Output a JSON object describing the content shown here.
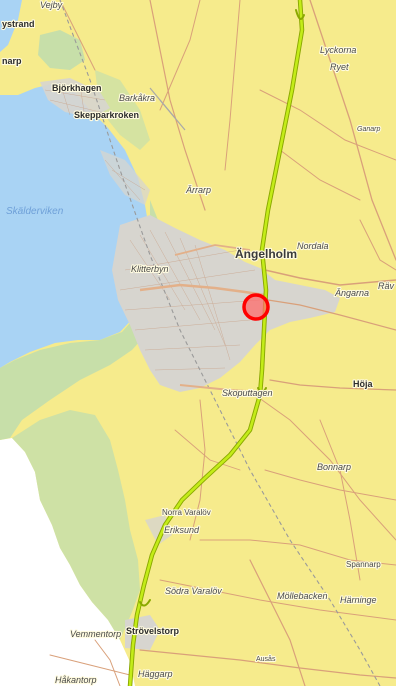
{
  "map": {
    "marker_color": "#ff0000",
    "colors": {
      "land": "#f6eb8c",
      "sea": "#a9d3f4",
      "forest": "#c7dfa9",
      "urban": "#d7d5cf",
      "highway": "#c4ec18",
      "road": "#d9a07a"
    },
    "labels": {
      "vejby": "Vejby",
      "ystrand": "ystrand",
      "narp": "narp",
      "bjorkhagen": "Björkhagen",
      "barkakra": "Barkåkra",
      "skepparkroken": "Skepparkroken",
      "lyckorna": "Lyckorna",
      "ryet": "Ryet",
      "ganarp": "Ganarp",
      "arrarp": "Ärrarp",
      "skalderviken": "Skälderviken",
      "angelholm": "Ängelholm",
      "nordala": "Nordala",
      "klitterbyn": "Klitterbyn",
      "angarna": "Ängarna",
      "rav": "Räv",
      "hoja": "Höja",
      "skoputtagen": "Skoputtagen",
      "bonnarp": "Bonnarp",
      "norra_varalov": "Norra Varalöv",
      "eriksund": "Eriksund",
      "spannarp": "Spannarp",
      "sodra_varalov": "Södra Varalöv",
      "mollebacken": "Möllebacken",
      "harninge": "Härninge",
      "vemmentorp": "Vemmentorp",
      "strovelstorp": "Strövelstorp",
      "ausas": "Ausås",
      "haggarp": "Häggarp",
      "hakantorp": "Håkantorp"
    }
  }
}
